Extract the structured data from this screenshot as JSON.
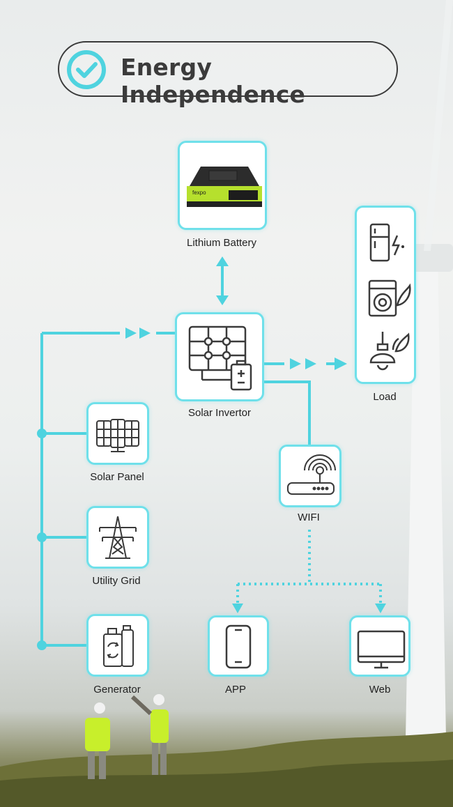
{
  "title": "Energy Independence",
  "colors": {
    "accent": "#4fd3df",
    "title_text": "#3b3b3b",
    "icon_stroke": "#3a3a3a"
  },
  "nodes": {
    "battery": {
      "label": "Lithium Battery",
      "icon": "battery-rack-icon",
      "brand": "fexpo"
    },
    "inverter": {
      "label": "Solar Invertor",
      "icon": "inverter-icon"
    },
    "load": {
      "label": "Load",
      "icons": [
        "fridge-icon",
        "washing-machine-icon",
        "lamp-icon"
      ]
    },
    "solar_panel": {
      "label": "Solar Panel",
      "icon": "solar-panel-icon"
    },
    "utility_grid": {
      "label": "Utility Grid",
      "icon": "power-tower-icon"
    },
    "generator": {
      "label": "Generator",
      "icon": "generator-icon"
    },
    "wifi": {
      "label": "WIFI",
      "icon": "router-icon"
    },
    "app": {
      "label": "APP",
      "icon": "smartphone-icon"
    },
    "web": {
      "label": "Web",
      "icon": "monitor-icon"
    }
  }
}
